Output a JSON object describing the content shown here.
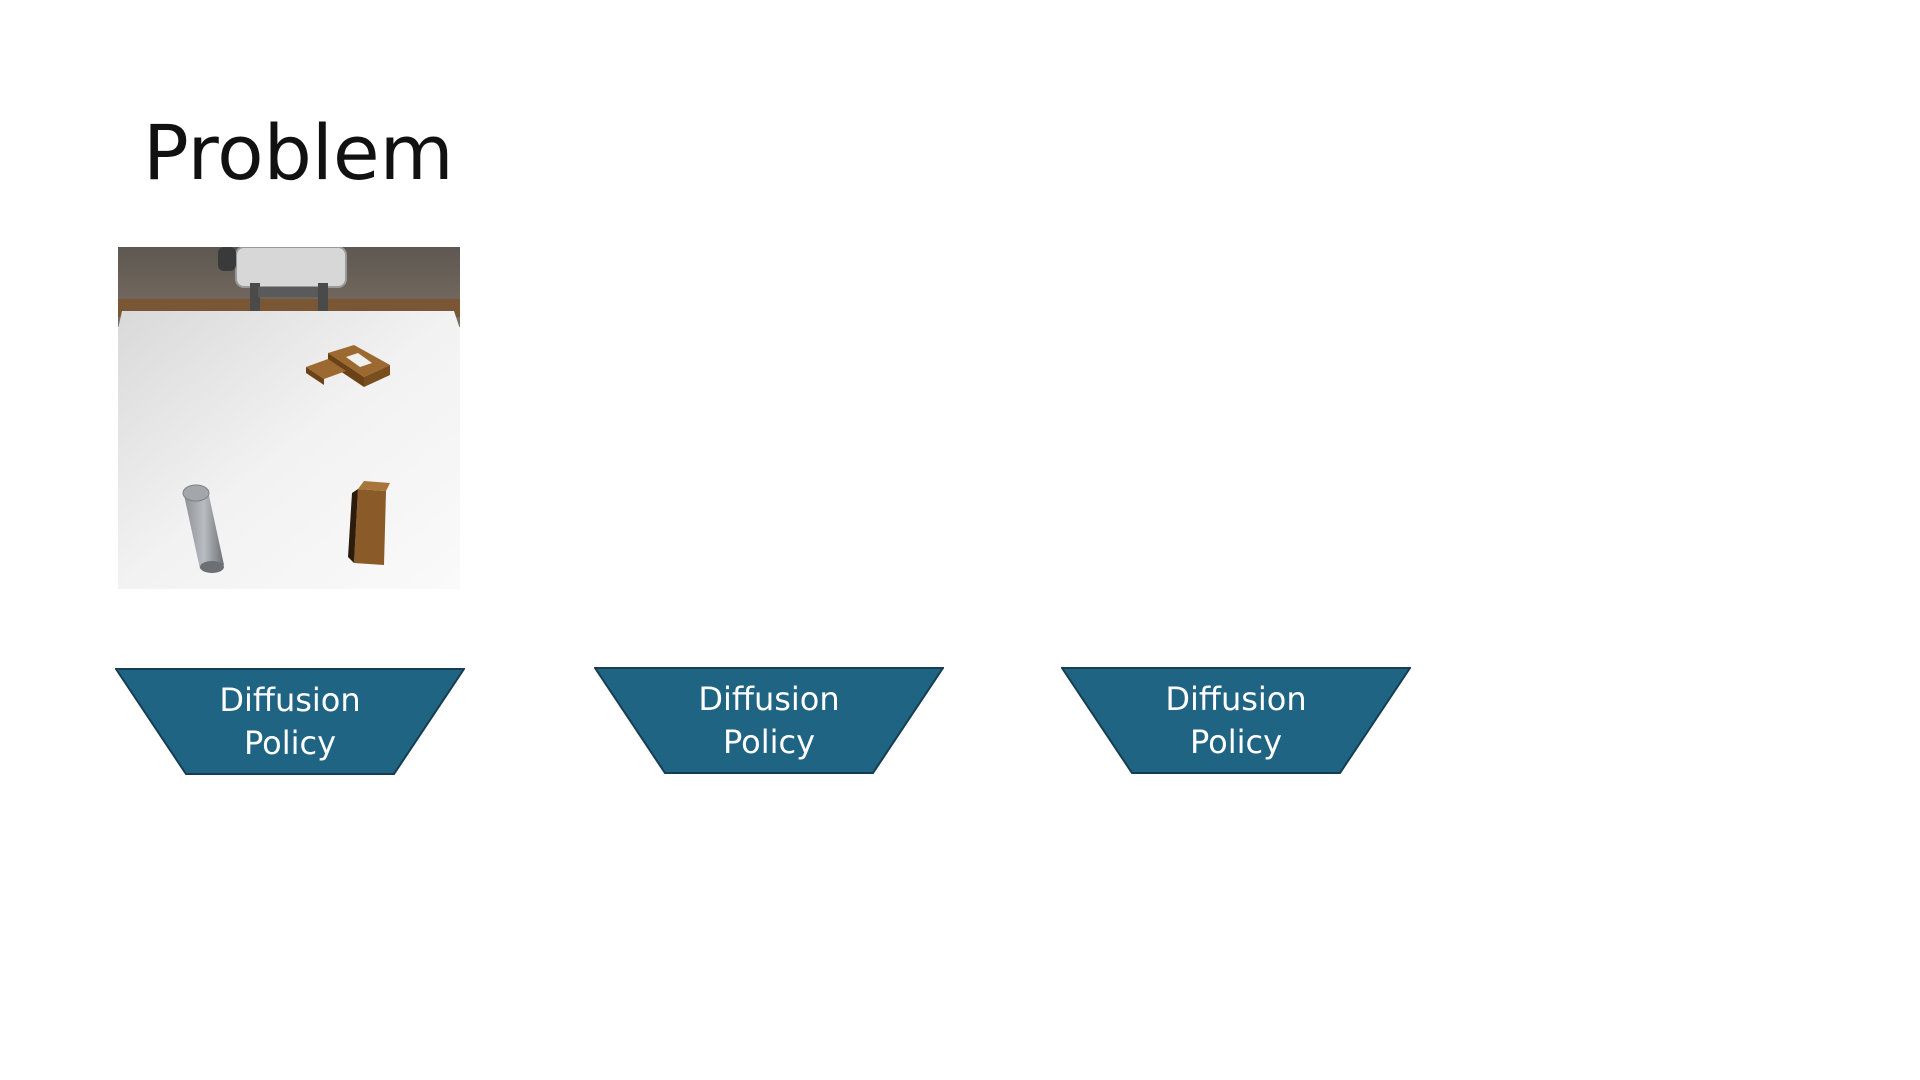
{
  "slide": {
    "title": "Problem"
  },
  "policies": [
    {
      "label": "Diffusion\nPolicy"
    },
    {
      "label": "Diffusion\nPolicy"
    },
    {
      "label": "Diffusion\nPolicy"
    }
  ],
  "colors": {
    "policy_fill": "#1f6482",
    "policy_stroke": "#163d52",
    "table_top": "#e9e9e9",
    "floor": "#6e655d",
    "block": "#8a5a28"
  }
}
